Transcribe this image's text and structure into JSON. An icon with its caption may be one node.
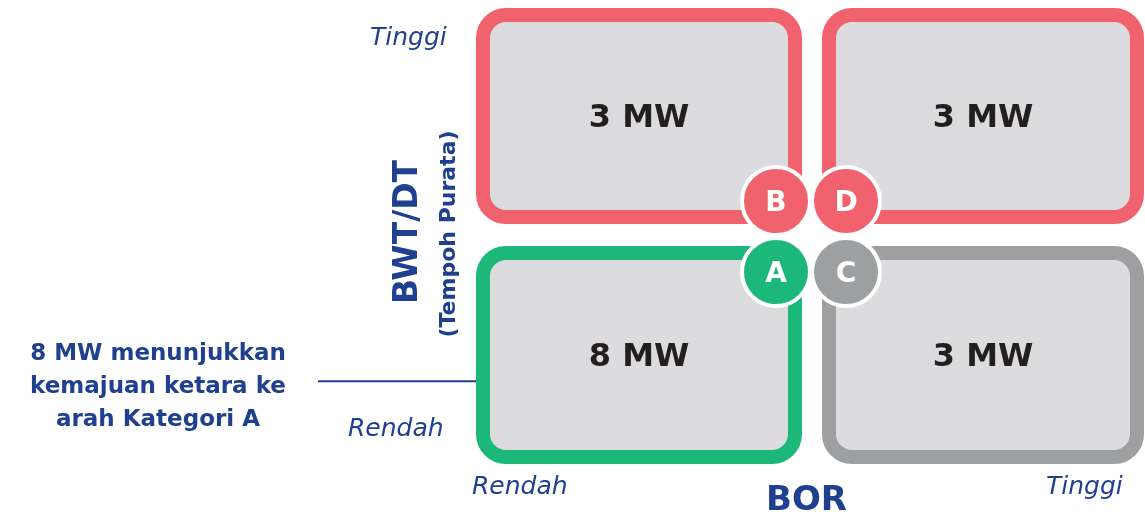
{
  "diagram": {
    "nodes": [
      {
        "text": [
          "3 MW"
        ]
      },
      {
        "text": [
          "3 MW"
        ]
      },
      {
        "text": [
          "B"
        ]
      },
      {
        "text": [
          "D"
        ]
      },
      {
        "text": [
          "A"
        ]
      },
      {
        "text": [
          "C"
        ]
      },
      {
        "text": [
          "8 MW"
        ]
      },
      {
        "text": [
          "3 MW"
        ]
      },
      {
        "text": [
          "8 MW menunjukkan kemajuan ketara ke arah Kategori A"
        ]
      }
    ],
    "edges": [
      {
        "from": 8,
        "to": 6,
        "arrow": "none"
      }
    ],
    "labels": [
      "Tinggi",
      "BWT/DT",
      "(Tempoh Purata)",
      "Rendah",
      "Rendah",
      "BOR",
      "Tinggi"
    ]
  }
}
